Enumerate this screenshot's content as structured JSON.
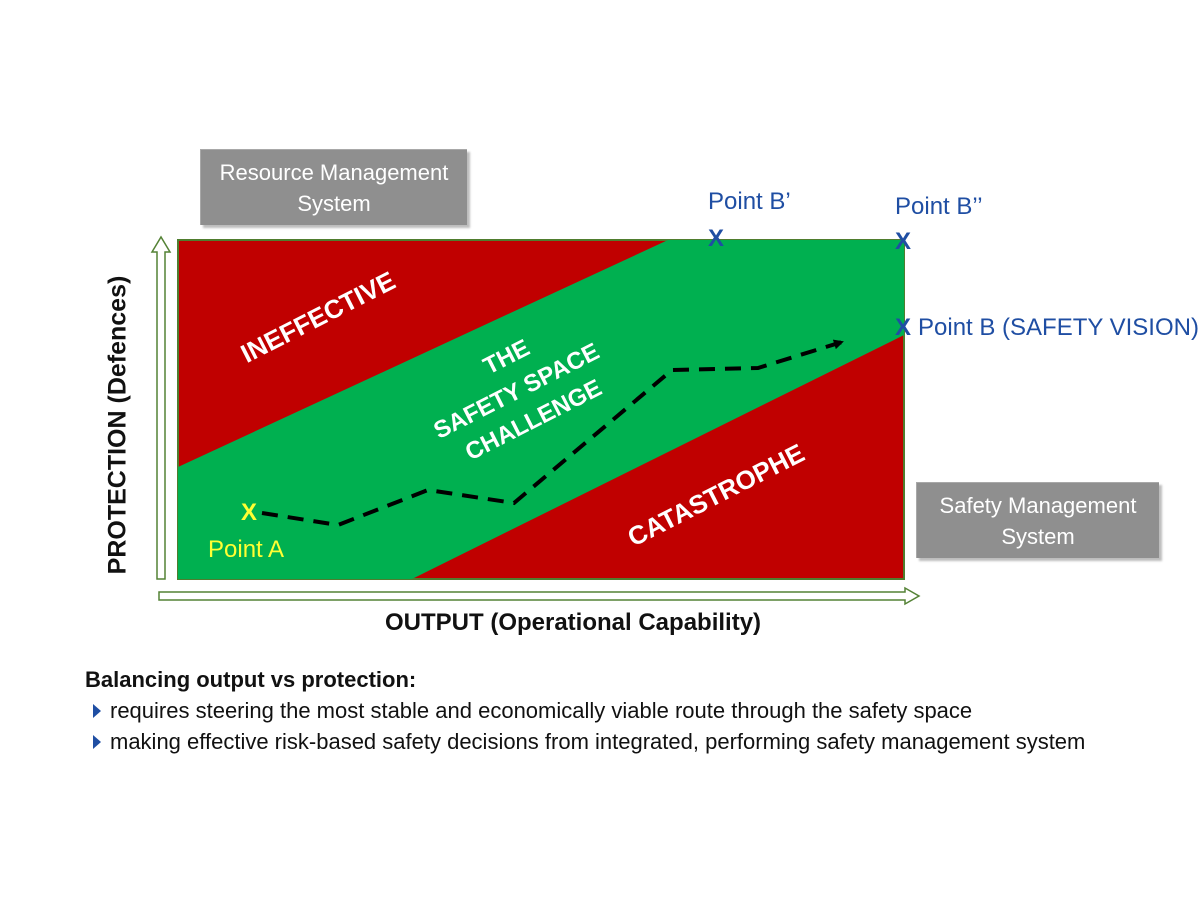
{
  "boxes": {
    "resource_management": [
      "Resource Management",
      "System"
    ],
    "safety_management": [
      "Safety Management",
      "System"
    ]
  },
  "zones": {
    "ineffective": "INEFFECTIVE",
    "challenge": [
      "THE",
      "SAFETY SPACE",
      "CHALLENGE"
    ],
    "catastrophe": "CATASTROPHE"
  },
  "points": {
    "a_marker": "X",
    "a_label": "Point A",
    "b_prime_label": "Point B’",
    "b_prime_marker": "X",
    "b_double_prime_label": "Point B’’",
    "b_double_prime_marker": "X",
    "b_marker": "X",
    "b_label": "Point B (SAFETY VISION)"
  },
  "axes": {
    "y_label": "PROTECTION (Defences)",
    "x_label": "OUTPUT (Operational Capability)"
  },
  "notes": {
    "heading": "Balancing output vs protection:",
    "bullets": [
      "requires steering the most stable and economically viable route through the safety space",
      "making effective risk-based safety decisions from integrated, performing safety management system"
    ]
  },
  "colors": {
    "red_zone": "#c00000",
    "green_zone": "#00b050",
    "axis_arrow": "#548235",
    "point_a": "#ffff33",
    "point_b": "#1f4ea3",
    "box_fill": "#8f8f8f"
  }
}
